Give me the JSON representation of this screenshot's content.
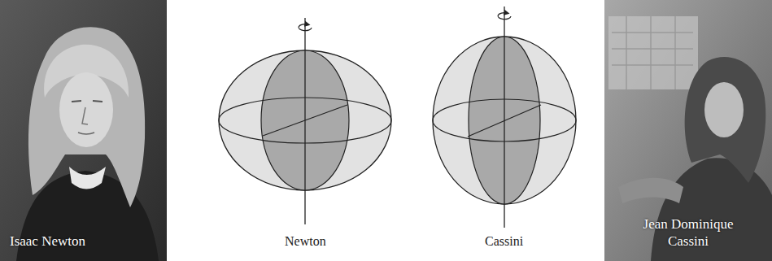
{
  "diagram": {
    "nodes": [
      {
        "text": [
          "Isaac Newton"
        ]
      },
      {
        "text": [
          "Jean Dominique Cassini"
        ]
      }
    ],
    "labels": [
      "Newton",
      "Cassini"
    ]
  }
}
